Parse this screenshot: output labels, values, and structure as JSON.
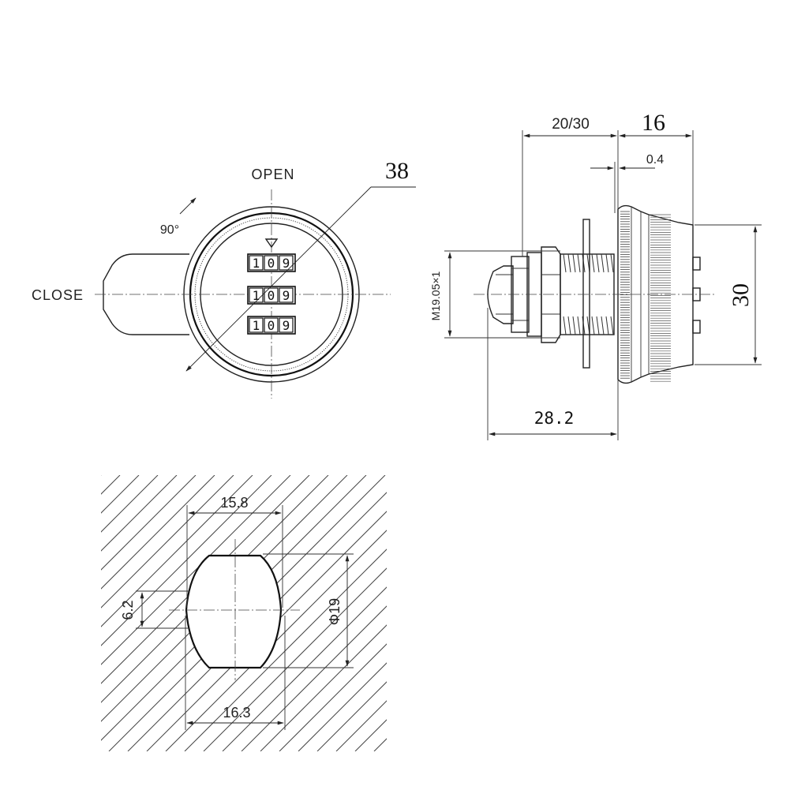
{
  "front_view": {
    "label_open": "OPEN",
    "label_close": "CLOSE",
    "label_angle": "90°",
    "dim_diameter": "38",
    "dial_rows": [
      {
        "digits": [
          "1",
          "0",
          "9"
        ]
      },
      {
        "digits": [
          "1",
          "0",
          "9"
        ]
      },
      {
        "digits": [
          "1",
          "0",
          "9"
        ]
      }
    ]
  },
  "side_view": {
    "dim_body_length": "20/30",
    "dim_head_length": "16",
    "dim_gap": "0.4",
    "dim_height": "30",
    "dim_thread": "M19.05×1",
    "dim_total_length": "28.2"
  },
  "cutout_view": {
    "dim_top_width": "15.8",
    "dim_bottom_width": "16.3",
    "dim_diameter": "Φ19",
    "dim_flat": "6.2"
  }
}
